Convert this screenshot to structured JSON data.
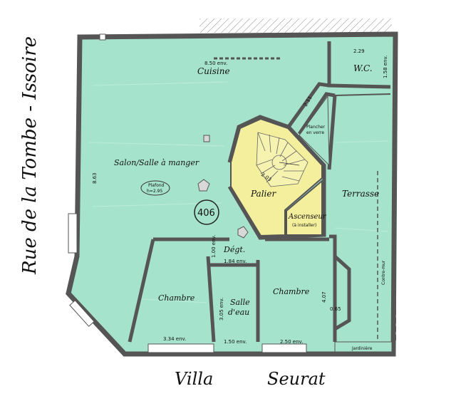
{
  "streets": {
    "left": "Rue de la Tombe - Issoire",
    "bottom_left": "Villa",
    "bottom_right": "Seurat"
  },
  "rooms": {
    "cuisine": "Cuisine",
    "wc": "W.C.",
    "salon": "Salon/Salle à manger",
    "palier": "Palier",
    "terrasse": "Terrasse",
    "ascenseur": "Ascenseur",
    "ascenseur_note": "(à installer)",
    "degt": "Dégt.",
    "chambre_left": "Chambre",
    "salle_line1": "Salle",
    "salle_line2": "d'eau",
    "chambre_right": "Chambre",
    "jardiniere": "Jardinière",
    "plancher_line1": "Plancher",
    "plancher_line2": "en verre",
    "contre_mur": "Contre-mur"
  },
  "plafond": {
    "line1": "Plafond",
    "line2": "h=2.95"
  },
  "lot_number": "406",
  "dimensions": {
    "cuisine_w": "8.50 env.",
    "wc_w": "2.29",
    "wc_h": "1.58 env.",
    "corridor": "2.11",
    "salon_h": "8.63",
    "stairs": "2.03",
    "degt_h": "1.00 env.",
    "degt_w": "1.84 env.",
    "chambre_left_w": "3.34 env.",
    "salle_h": "3.05 env.",
    "salle_w": "1.50 env.",
    "chambre_right_w": "2.50 env.",
    "chambre_right_h": "4.07",
    "side": "0.65"
  },
  "colors": {
    "floor": "#a6e3cd",
    "stairs": "#f3ef9c",
    "wall": "#555555",
    "hatch": "#8a8a8a"
  }
}
